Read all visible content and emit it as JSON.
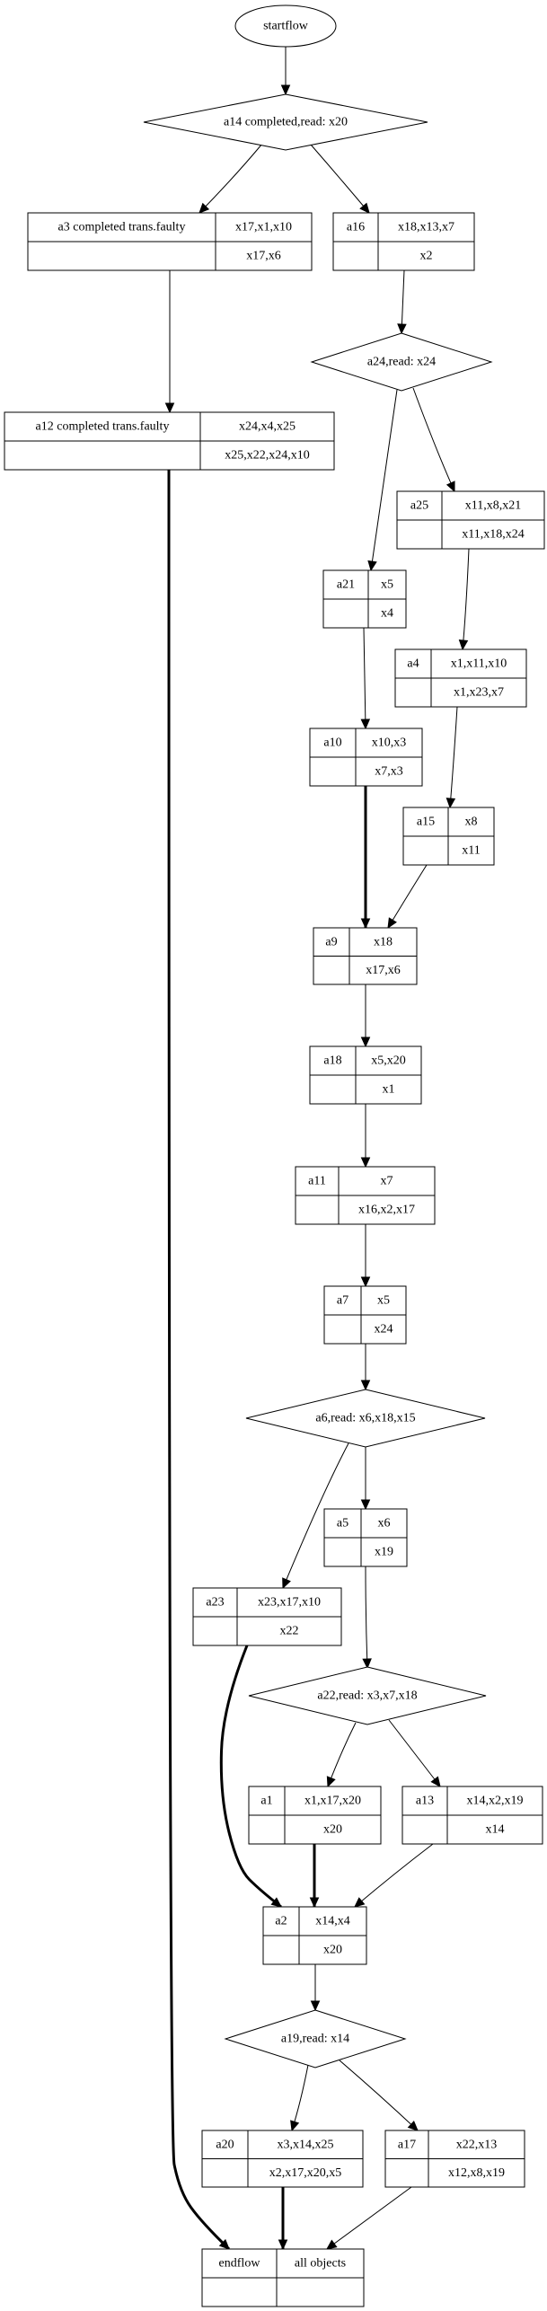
{
  "diagram": {
    "type": "workflow-flowchart",
    "nodes": {
      "startflow": {
        "kind": "ellipse",
        "label": "startflow"
      },
      "a14": {
        "kind": "diamond",
        "label": "a14 completed,read: x20"
      },
      "a3": {
        "kind": "record",
        "name": "a3 completed trans.faulty",
        "top": "x17,x1,x10",
        "bottom": "x17,x6"
      },
      "a16": {
        "kind": "record",
        "name": "a16",
        "top": "x18,x13,x7",
        "bottom": "x2"
      },
      "a24": {
        "kind": "diamond",
        "label": "a24,read: x24"
      },
      "a12": {
        "kind": "record",
        "name": "a12 completed trans.faulty",
        "top": "x24,x4,x25",
        "bottom": "x25,x22,x24,x10"
      },
      "a25": {
        "kind": "record",
        "name": "a25",
        "top": "x11,x8,x21",
        "bottom": "x11,x18,x24"
      },
      "a21": {
        "kind": "record",
        "name": "a21",
        "top": "x5",
        "bottom": "x4"
      },
      "a4": {
        "kind": "record",
        "name": "a4",
        "top": "x1,x11,x10",
        "bottom": "x1,x23,x7"
      },
      "a10": {
        "kind": "record",
        "name": "a10",
        "top": "x10,x3",
        "bottom": "x7,x3"
      },
      "a15": {
        "kind": "record",
        "name": "a15",
        "top": "x8",
        "bottom": "x11"
      },
      "a9": {
        "kind": "record",
        "name": "a9",
        "top": "x18",
        "bottom": "x17,x6"
      },
      "a18": {
        "kind": "record",
        "name": "a18",
        "top": "x5,x20",
        "bottom": "x1"
      },
      "a11": {
        "kind": "record",
        "name": "a11",
        "top": "x7",
        "bottom": "x16,x2,x17"
      },
      "a7": {
        "kind": "record",
        "name": "a7",
        "top": "x5",
        "bottom": "x24"
      },
      "a6": {
        "kind": "diamond",
        "label": "a6,read: x6,x18,x15"
      },
      "a5": {
        "kind": "record",
        "name": "a5",
        "top": "x6",
        "bottom": "x19"
      },
      "a23": {
        "kind": "record",
        "name": "a23",
        "top": "x23,x17,x10",
        "bottom": "x22"
      },
      "a22": {
        "kind": "diamond",
        "label": "a22,read: x3,x7,x18"
      },
      "a1": {
        "kind": "record",
        "name": "a1",
        "top": "x1,x17,x20",
        "bottom": "x20"
      },
      "a13": {
        "kind": "record",
        "name": "a13",
        "top": "x14,x2,x19",
        "bottom": "x14"
      },
      "a2": {
        "kind": "record",
        "name": "a2",
        "top": "x14,x4",
        "bottom": "x20"
      },
      "a19": {
        "kind": "diamond",
        "label": "a19,read: x14"
      },
      "a20": {
        "kind": "record",
        "name": "a20",
        "top": "x3,x14,x25",
        "bottom": "x2,x17,x20,x5"
      },
      "a17": {
        "kind": "record",
        "name": "a17",
        "top": "x22,x13",
        "bottom": "x12,x8,x19"
      },
      "endflow": {
        "kind": "record",
        "name": "endflow",
        "top": "all objects",
        "bottom": ""
      }
    },
    "edges": [
      {
        "from": "startflow",
        "to": "a14",
        "bold": false
      },
      {
        "from": "a14",
        "to": "a3",
        "bold": false
      },
      {
        "from": "a14",
        "to": "a16",
        "bold": false
      },
      {
        "from": "a3",
        "to": "a12",
        "bold": false
      },
      {
        "from": "a16",
        "to": "a24",
        "bold": false
      },
      {
        "from": "a24",
        "to": "a21",
        "bold": false
      },
      {
        "from": "a24",
        "to": "a25",
        "bold": false
      },
      {
        "from": "a25",
        "to": "a4",
        "bold": false
      },
      {
        "from": "a21",
        "to": "a10",
        "bold": false
      },
      {
        "from": "a4",
        "to": "a15",
        "bold": false
      },
      {
        "from": "a10",
        "to": "a9",
        "bold": true
      },
      {
        "from": "a15",
        "to": "a9",
        "bold": false
      },
      {
        "from": "a9",
        "to": "a18",
        "bold": false
      },
      {
        "from": "a18",
        "to": "a11",
        "bold": false
      },
      {
        "from": "a11",
        "to": "a7",
        "bold": false
      },
      {
        "from": "a7",
        "to": "a6",
        "bold": false
      },
      {
        "from": "a6",
        "to": "a23",
        "bold": false
      },
      {
        "from": "a6",
        "to": "a5",
        "bold": false
      },
      {
        "from": "a5",
        "to": "a22",
        "bold": false
      },
      {
        "from": "a22",
        "to": "a1",
        "bold": false
      },
      {
        "from": "a22",
        "to": "a13",
        "bold": false
      },
      {
        "from": "a23",
        "to": "a2",
        "bold": true
      },
      {
        "from": "a1",
        "to": "a2",
        "bold": true
      },
      {
        "from": "a13",
        "to": "a2",
        "bold": false
      },
      {
        "from": "a2",
        "to": "a19",
        "bold": false
      },
      {
        "from": "a19",
        "to": "a20",
        "bold": false
      },
      {
        "from": "a19",
        "to": "a17",
        "bold": false
      },
      {
        "from": "a12",
        "to": "endflow",
        "bold": true
      },
      {
        "from": "a20",
        "to": "endflow",
        "bold": true
      },
      {
        "from": "a17",
        "to": "endflow",
        "bold": false
      }
    ]
  }
}
